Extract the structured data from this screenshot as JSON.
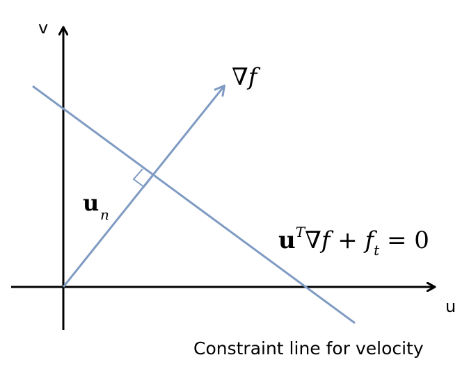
{
  "axes": {
    "u_label": "u",
    "v_label": "v"
  },
  "labels": {
    "gradient": "∇f",
    "normal_vector": {
      "main": "u",
      "subscript": "n"
    },
    "constraint_equation": {
      "u": "u",
      "superscript_T": "T",
      "rest": "∇f + f",
      "subscript_t": "t",
      "equals": " = 0"
    },
    "caption": "Constraint line for velocity"
  },
  "colors": {
    "line": "#7f9bc3",
    "axis": "#000000",
    "text": "#000000"
  }
}
